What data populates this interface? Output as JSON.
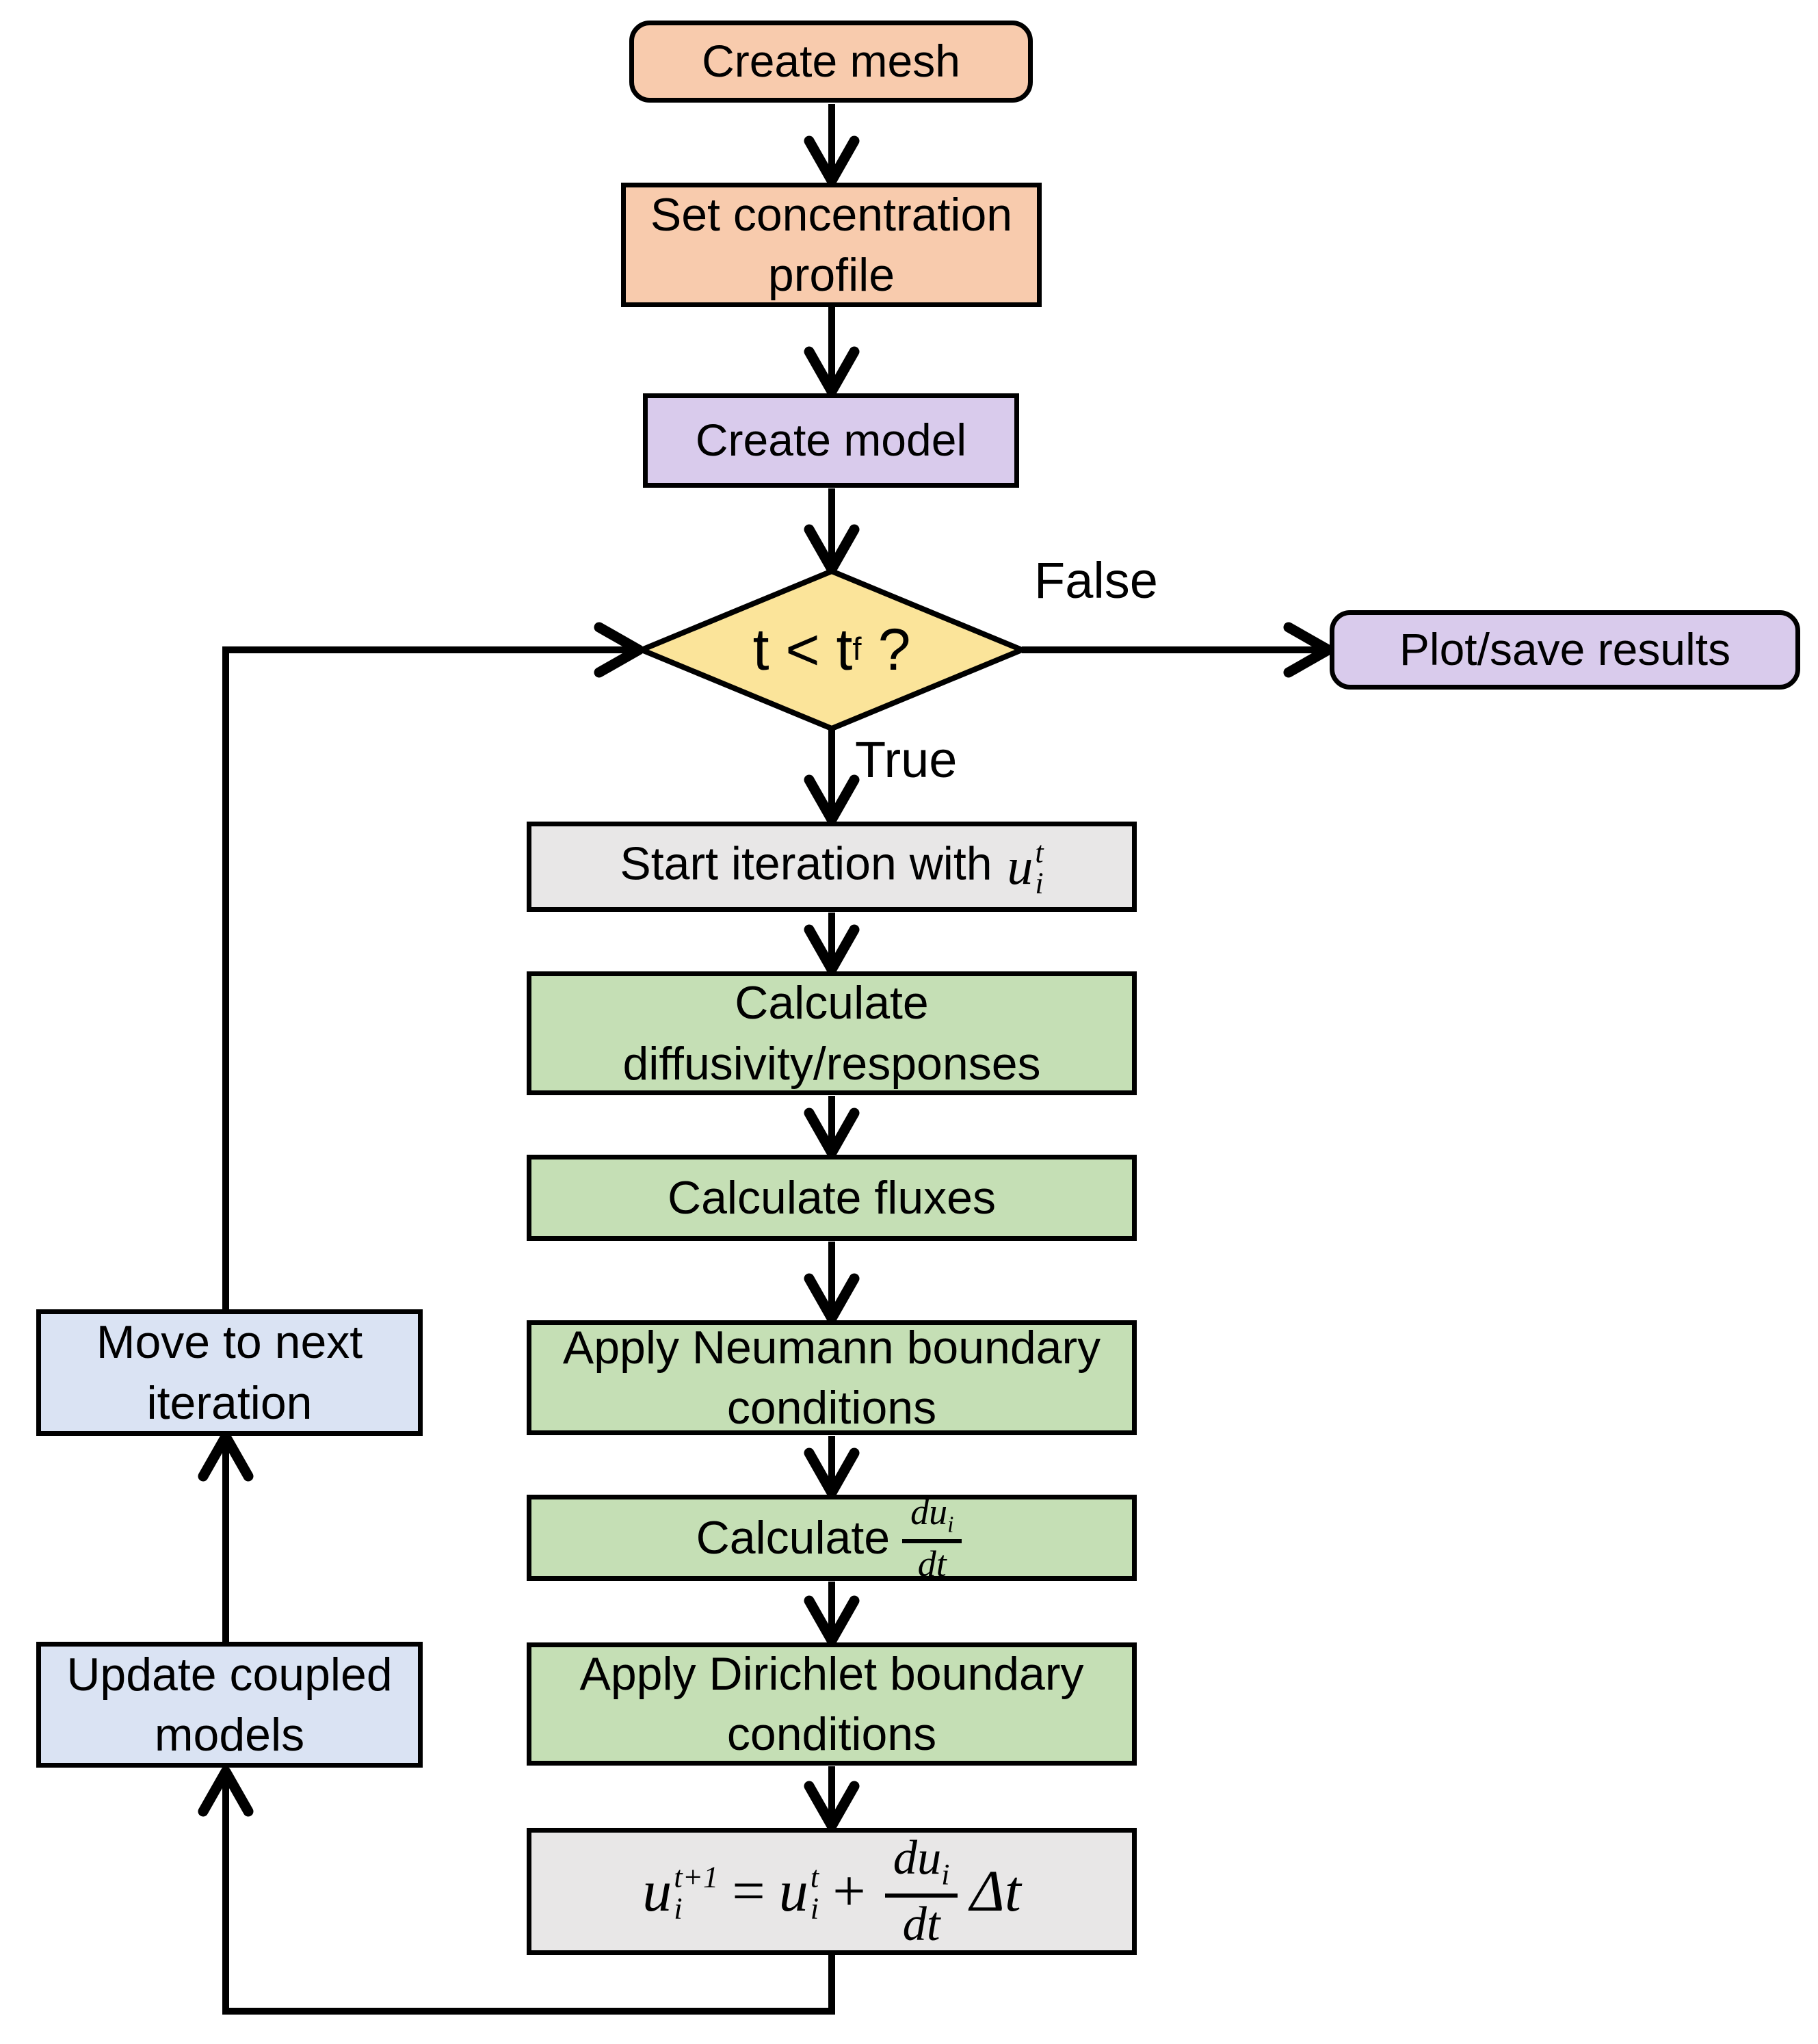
{
  "nodes": {
    "create_mesh": {
      "label": "Create mesh"
    },
    "set_concentration_profile": {
      "lines": [
        "Set concentration",
        "profile"
      ]
    },
    "create_model": {
      "label": "Create model"
    },
    "decision": {
      "lhs": "t < t",
      "sub": "f",
      "suffix": "?"
    },
    "plot_save_results": {
      "label": "Plot/save results"
    },
    "start_iteration": {
      "prefix": "Start iteration with",
      "var": "u",
      "sup": "t",
      "sub": "i"
    },
    "calculate_diffusivity": {
      "lines": [
        "Calculate",
        "diffusivity/responses"
      ]
    },
    "calculate_fluxes": {
      "label": "Calculate fluxes"
    },
    "apply_neumann": {
      "lines": [
        "Apply Neumann boundary",
        "conditions"
      ]
    },
    "calculate_dudt": {
      "prefix": "Calculate",
      "frac": {
        "num_d": "du",
        "num_sub": "i",
        "den": "dt"
      }
    },
    "apply_dirichlet": {
      "lines": [
        "Apply Dirichlet boundary",
        "conditions"
      ]
    },
    "update_equation": {
      "lhs_var": "u",
      "lhs_sup": "t+1",
      "lhs_sub": "i",
      "equals": "=",
      "rhs_var": "u",
      "rhs_sup": "t",
      "rhs_sub": "i",
      "plus": "+",
      "frac": {
        "num_d": "du",
        "num_sub": "i",
        "den": "dt"
      },
      "delta": "Δt"
    },
    "move_next_iteration": {
      "lines": [
        "Move to next",
        "iteration"
      ]
    },
    "update_coupled_models": {
      "lines": [
        "Update coupled",
        "models"
      ]
    }
  },
  "edge_labels": {
    "false": "False",
    "true": "True"
  },
  "colors": {
    "peach": "#F8CBAD",
    "purple": "#D9CBEC",
    "yellow": "#FBE49A",
    "green": "#C5DFB5",
    "gray": "#E8E7E7",
    "blue": "#DAE3F3",
    "line": "#000000"
  }
}
